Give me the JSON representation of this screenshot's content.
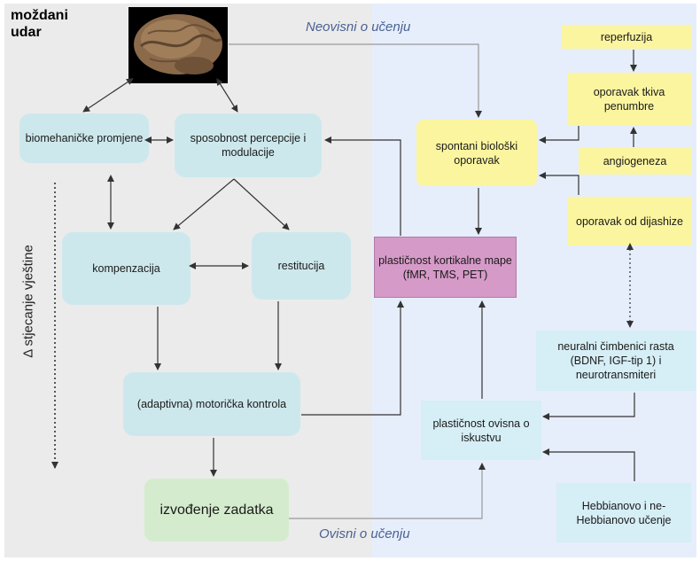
{
  "title": "moždani udar",
  "phases": {
    "top": "Neovisni o učenju",
    "bottom": "Ovisni o učenju"
  },
  "skill_axis": "Δ  stjecanje vještine",
  "nodes": {
    "biomech": "biomehaničke promjene",
    "perception": "sposobnost percepcije i modulacije",
    "compensation": "kompenzacija",
    "restitution": "restitucija",
    "motor": "(adaptivna) motorička kontrola",
    "task": "izvođenje zadatka",
    "spontaneous": "spontani biološki oporavak",
    "cortical": "plastičnost kortikalne mape (fMR, TMS, PET)",
    "experience": "plastičnost ovisna o iskustvu",
    "reperfusion": "reperfuzija",
    "penumbra": "oporavak tkiva penumbre",
    "angiogenesis": "angiogeneza",
    "diaschisis": "oporavak od dijashize",
    "neural": "neuralni čimbenici rasta (BDNF, IGF-tip 1) i neurotransmiteri",
    "hebbian": "Hebbianovo i ne-Hebbianovo učenje"
  },
  "colors": {
    "left_panel": "#ebebeb",
    "right_panel": "#e6eefb",
    "teal": "#cde8ec",
    "yellow": "#fbf5a0",
    "pink": "#d69ac8",
    "green": "#d4eccd",
    "phase_text": "#4a6193"
  },
  "icons": {
    "brain": "brain-photo"
  }
}
